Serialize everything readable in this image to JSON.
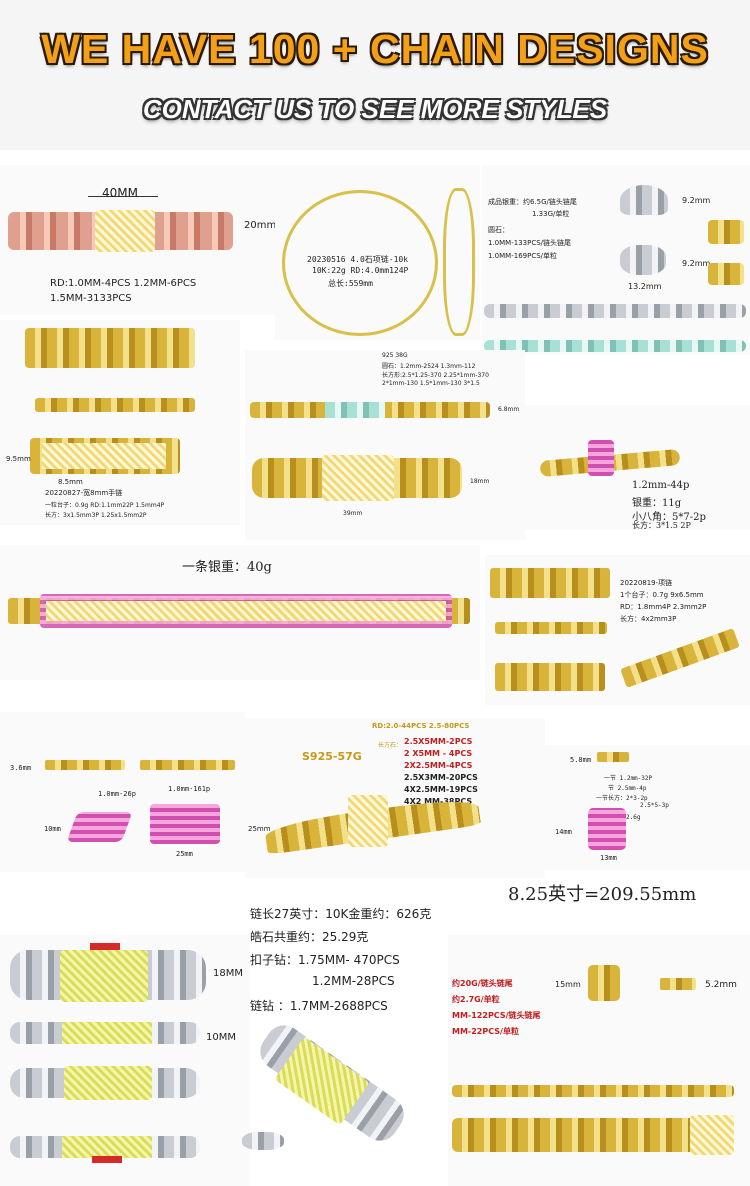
{
  "header": {
    "title": "WE HAVE 100 + CHAIN DESIGNS",
    "subtitle": "CONTACT US TO SEE MORE STYLES"
  },
  "p1": {
    "dim_width": "40MM",
    "dim_height": "20mm",
    "spec_line1": "RD:1.0MM-4PCS   1.2MM-6PCS",
    "spec_line2": "1.5MM-3133PCS"
  },
  "p2": {
    "ring_line1": "20230516 4.0石项链-10k",
    "ring_line2": "10K:22g  RD:4.0mm124P",
    "ring_line3": "总长:559mm"
  },
  "p3": {
    "line1": "成品银重：约6.5G/链头链尾",
    "line2": "1.33G/单粒",
    "line3": "圆石：",
    "line4": "1.0MM-133PCS/链头链尾",
    "line5": "1.0MM-169PCS/单粒",
    "dim1": "9.2mm",
    "dim2": "9.2mm",
    "dim3": "13.2mm"
  },
  "p4": {
    "dim_left": "9.5mm",
    "dim_bottom": "8.5mm",
    "line1": "20220827-宽8mm手链",
    "line2": "一粒台子：0.9g   RD:1.1mm22P 1.5mm4P",
    "line3": "长方：3x1.5mm3P 1.25x1.5mm2P"
  },
  "p5": {
    "top1": "925 38G",
    "top2": "圆石：1.2mm-2524  1.3mm-112",
    "top3": "长方形:2.5*1.25-370 2.25*1mm-370",
    "top4": "2*1mm-130  1.5*1mm-130  3*1.5",
    "dim1": "6.8mm",
    "dim2": "18mm",
    "dim3": "39mm"
  },
  "p6": {
    "line1": "1.2mm-44p",
    "line2": "银重：11g",
    "line3": "小八角：5*7-2p",
    "line4": "长方：3*1.5 2P"
  },
  "p7": {
    "weight": "一条银重：40g"
  },
  "p8": {
    "line1": "20220819-项链",
    "line2": "1个台子：0.7g   9x6.5mm",
    "line3": "RD：1.8mm4P   2.3mm2P",
    "line4": "长方：4x2mm3P"
  },
  "p9": {
    "dim1": "3.6mm",
    "dim2": "1.0mm-26p",
    "dim3": "1.0mm-161p",
    "dim4": "10mm",
    "dim5": "25mm"
  },
  "p10": {
    "title": "S925-57G",
    "rd": "RD:2.0-44PCS   2.5-80PCS",
    "label": "长方石：",
    "s1": "2.5X5MM-2PCS",
    "s2": "2 X5MM - 4PCS",
    "s3": "2X2.5MM-4PCS",
    "s4": "2.5X3MM-20PCS",
    "s5": "4X2.5MM-19PCS",
    "s6": "4X2  MM-38PCS",
    "dim": "25mm"
  },
  "p11": {
    "dim1": "5.8mm",
    "line1": "一节 1.2mm-32P",
    "line2": "节 2.5mm-4p",
    "line3": "一节长方：2*3-2p",
    "line4": "2.5*5-3p",
    "line5": "一节银重：2.6g",
    "dim2": "14mm",
    "dim3": "13mm",
    "length": "8.25英寸=209.55mm"
  },
  "p12": {
    "dim1": "18MM",
    "dim2": "10MM",
    "line1": "链长27英寸：10K金重约：626克",
    "line2": "皓石共重约：25.29克",
    "line3": "扣子钻：1.75MM- 470PCS",
    "line4": "1.2MM-28PCS",
    "line5": "链钻   ：1.7MM-2688PCS"
  },
  "p13": {
    "line1": "约20G/链头链尾",
    "line2": "约2.7G/单粒",
    "line3": "MM-122PCS/链头链尾",
    "line4": "MM-22PCS/单粒",
    "dim1": "15mm",
    "dim2": "5.2mm"
  }
}
